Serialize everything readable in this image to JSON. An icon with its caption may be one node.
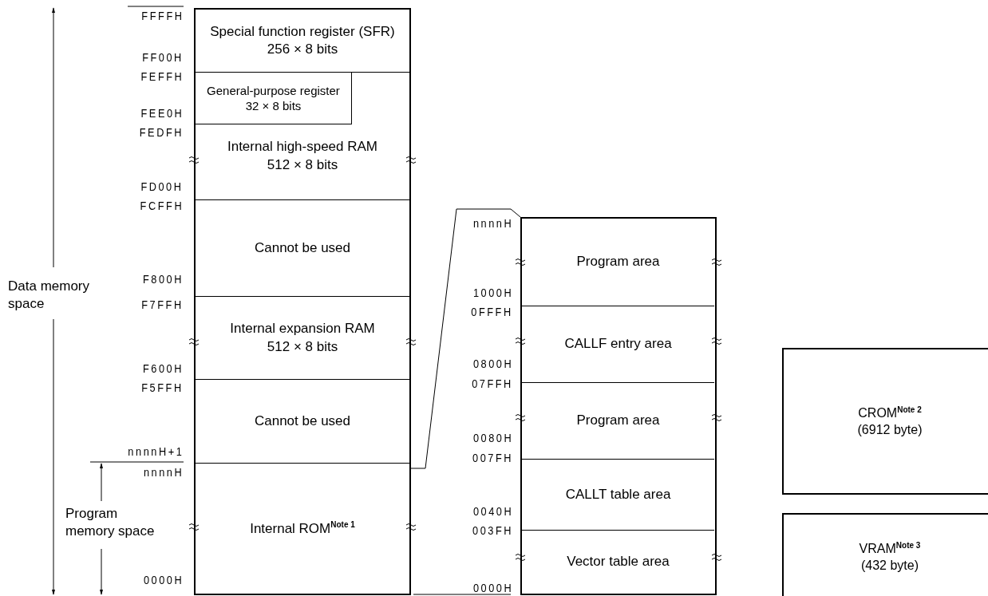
{
  "diagram": {
    "nodes": [
      {
        "text": [
          "Special function register (SFR) 256 × 8 bits"
        ]
      },
      {
        "text": [
          "Internal high-speed RAM 512 × 8 bits"
        ]
      },
      {
        "text": [
          "General-purpose register 32 × 8 bits"
        ],
        "in": 1
      },
      {
        "text": [
          "Cannot be used"
        ]
      },
      {
        "text": [
          "Internal expansion RAM 512 × 8 bits"
        ]
      },
      {
        "text": [
          "Cannot be used"
        ]
      },
      {
        "text": [
          "Internal ROM$^{Note 1}$"
        ]
      },
      {
        "text": [],
        "shape": "box"
      },
      {
        "text": [
          "Program area"
        ],
        "in": 7
      },
      {
        "text": [
          "CALLF entry area"
        ],
        "in": 7
      },
      {
        "text": [
          "Program area"
        ],
        "in": 7
      },
      {
        "text": [
          "CALLT table area"
        ],
        "in": 7
      },
      {
        "text": [
          "Vector table area"
        ],
        "in": 7
      },
      {
        "text": [
          "CROM$^{Note 2}$ (6912 byte)"
        ]
      },
      {
        "text": [
          "VRAM$^{Note 3}$ (432 byte)"
        ]
      }
    ],
    "edges": [
      {
        "from": 6,
        "to": 7,
        "arrow": "none"
      }
    ],
    "labels": [
      "FFFFH",
      "FF00H",
      "FEFFH",
      "FEE0H",
      "FEDFH",
      "FD00H",
      "FCFFH",
      "Data memory space",
      "F800H",
      "F7FFH",
      "F600H",
      "F5FFH",
      "nnnnH+1",
      "nnnnH",
      "Program memory space",
      "0000H",
      "nnnnH",
      "1000H",
      "0FFFH",
      "0800H",
      "07FFH",
      "0080H",
      "007FH",
      "0040H",
      "003FH",
      "0000H"
    ]
  }
}
